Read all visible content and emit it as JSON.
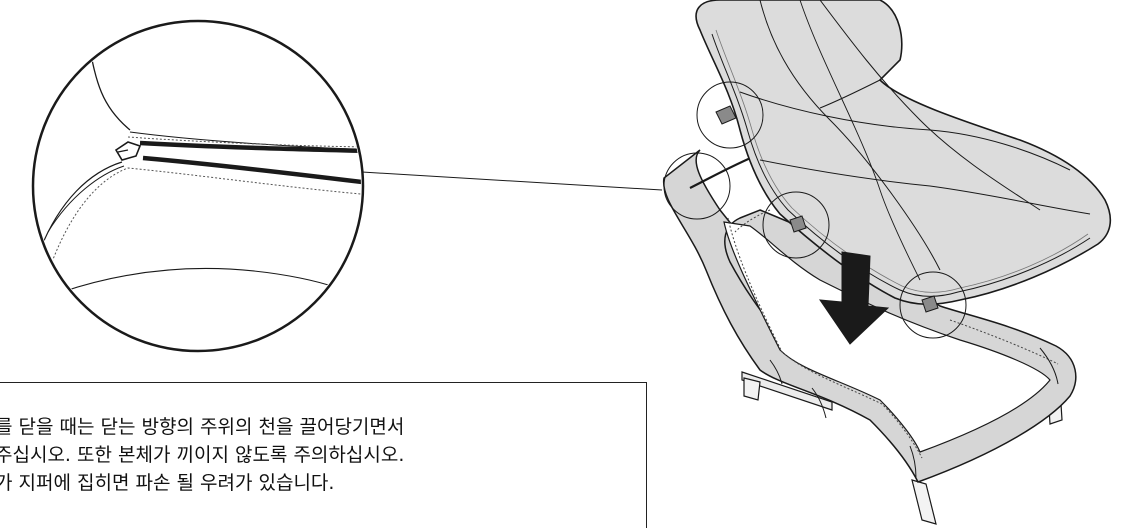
{
  "instruction": {
    "lines": [
      "를 닫을 때는 닫는 방향의 주위의 천을 끌어당기면서",
      " 주십시오. 또한 본체가 끼이지 않도록 주의하십시오.",
      "가 지퍼에 집히면 파손 될 우려가 있습니다."
    ]
  },
  "colors": {
    "line": "#1a1a1a",
    "fabric": "#d9d9d9",
    "fabric_dark": "#8c8c8c",
    "arrow": "#1a1a1a",
    "background": "#ffffff"
  }
}
